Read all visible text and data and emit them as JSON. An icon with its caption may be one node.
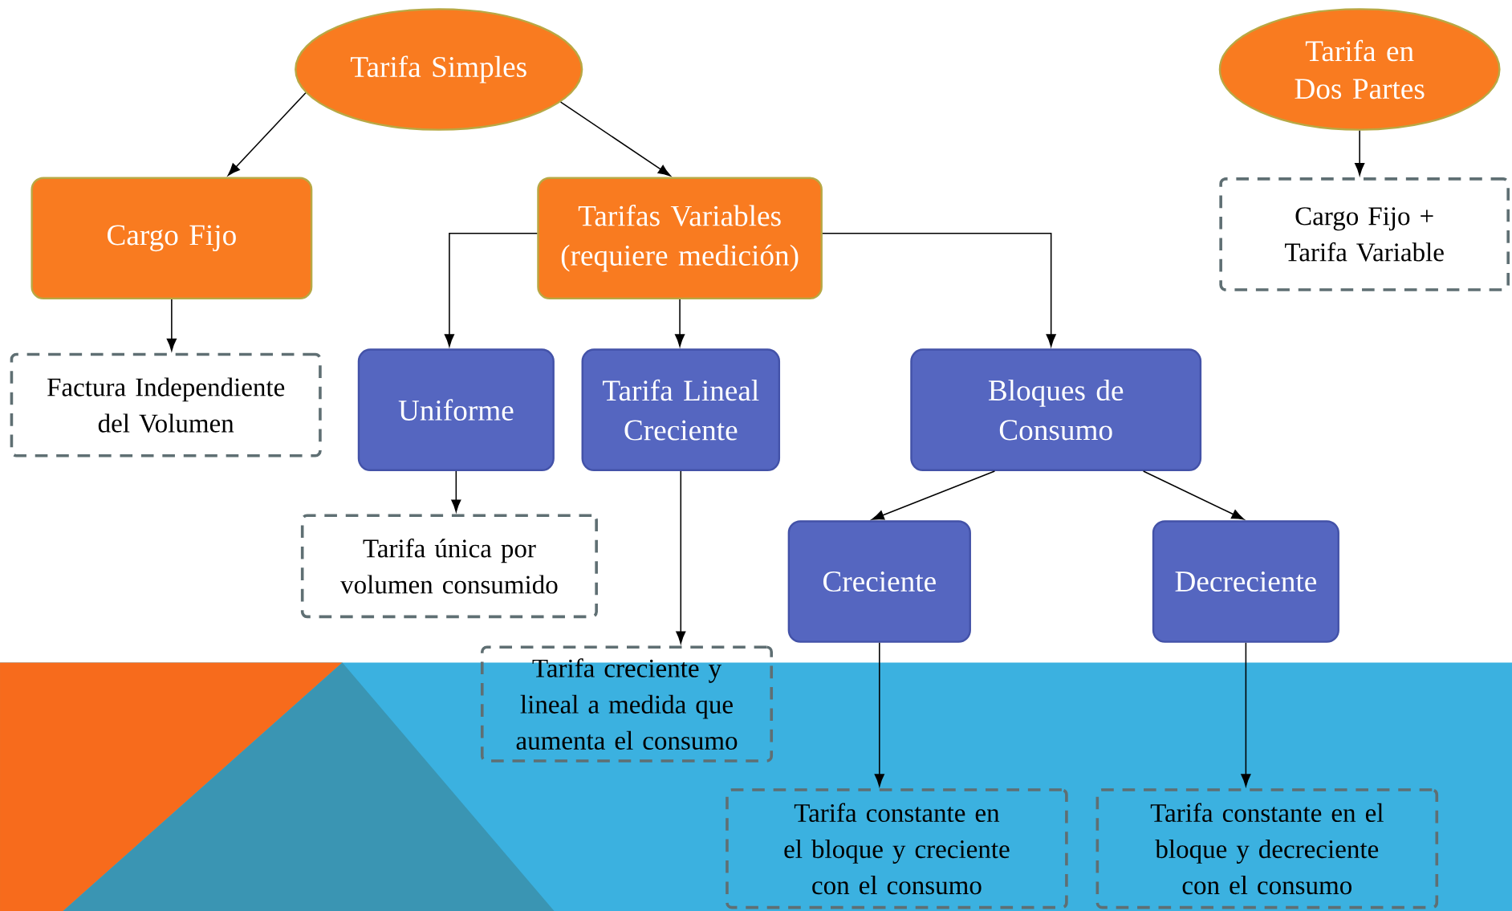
{
  "diagram": {
    "nodes": [
      {
        "text": [
          "Tarifa Simples"
        ]
      },
      {
        "text": [
          "Tarifa en Dos Partes"
        ]
      },
      {
        "text": [
          "Cargo Fijo"
        ]
      },
      {
        "text": [
          "Tarifas Variables (requiere medición)"
        ]
      },
      {
        "text": [
          "Cargo Fijo + Tarifa Variable"
        ]
      },
      {
        "text": [
          "Factura Independiente del Volumen"
        ]
      },
      {
        "text": [
          "Uniforme"
        ]
      },
      {
        "text": [
          "Tarifa Lineal Creciente"
        ]
      },
      {
        "text": [
          "Bloques de Consumo"
        ]
      },
      {
        "text": [
          "Tarifa única por volumen consumido"
        ]
      },
      {
        "text": [
          "Creciente"
        ]
      },
      {
        "text": [
          "Decreciente"
        ]
      },
      {
        "text": [
          "Tarifa creciente y lineal a medida que aumenta el consumo"
        ]
      },
      {
        "text": [
          "Tarifa constante en el bloque y creciente con el consumo"
        ]
      },
      {
        "text": [
          "Tarifa constante en el bloque y decreciente con el consumo"
        ]
      }
    ],
    "edges": [
      {
        "from": 0,
        "to": 2,
        "arrow": "to"
      },
      {
        "from": 0,
        "to": 3,
        "arrow": "to"
      },
      {
        "from": 1,
        "to": 4,
        "arrow": "to"
      },
      {
        "from": 2,
        "to": 5,
        "arrow": "to"
      },
      {
        "from": 3,
        "to": 6,
        "arrow": "to"
      },
      {
        "from": 3,
        "to": 7,
        "arrow": "to"
      },
      {
        "from": 3,
        "to": 8,
        "arrow": "to"
      },
      {
        "from": 6,
        "to": 9,
        "arrow": "to"
      },
      {
        "from": 7,
        "to": 12,
        "arrow": "to"
      },
      {
        "from": 8,
        "to": 10,
        "arrow": "to"
      },
      {
        "from": 8,
        "to": 11,
        "arrow": "to"
      },
      {
        "from": 10,
        "to": 13,
        "arrow": "to"
      },
      {
        "from": 11,
        "to": 14,
        "arrow": "to"
      }
    ]
  }
}
